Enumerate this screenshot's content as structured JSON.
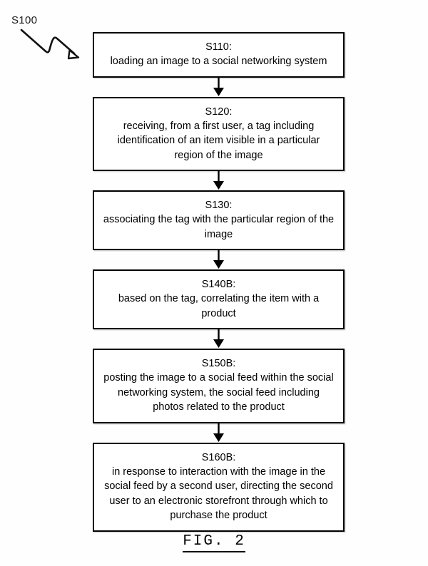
{
  "figure": {
    "caption": "FIG. 2",
    "callout_label": "S100",
    "callout_icon": "squiggly-arrow-icon"
  },
  "colors": {
    "background": "#fefefe",
    "box_fill": "#ffffff",
    "stroke": "#000000",
    "text": "#000000"
  },
  "flowchart": {
    "type": "flowchart",
    "orientation": "vertical",
    "connector": "down-arrow",
    "steps": [
      {
        "id": "S110:",
        "text": "loading an image to a social networking system"
      },
      {
        "id": "S120:",
        "text": "receiving, from a first user, a tag including identification of an item visible in a particular region of the image"
      },
      {
        "id": "S130:",
        "text": "associating the tag with the particular region of the image"
      },
      {
        "id": "S140B:",
        "text": "based on the tag, correlating the item with a product"
      },
      {
        "id": "S150B:",
        "text": "posting the image to a social feed within the social networking system, the social feed including photos related to the product"
      },
      {
        "id": "S160B:",
        "text": "in response to interaction with the image in the social feed by a second user, directing the second user to an electronic storefront through which to purchase the product"
      }
    ]
  }
}
